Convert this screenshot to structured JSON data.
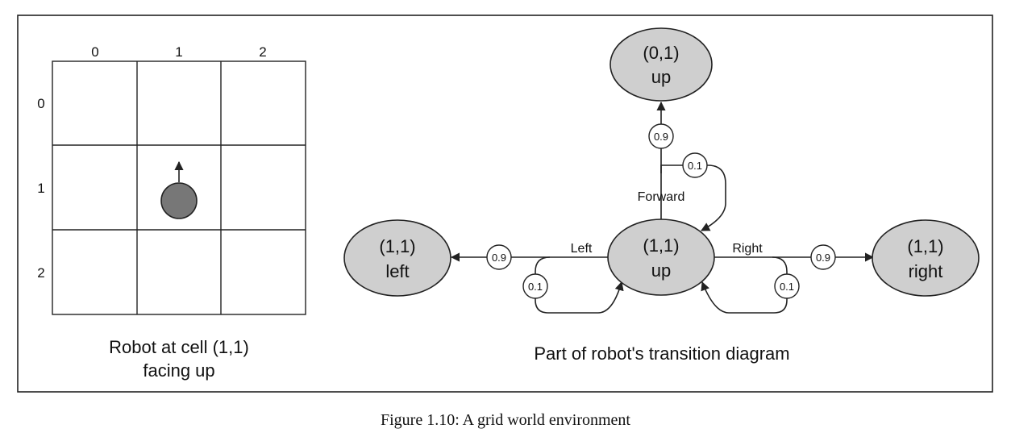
{
  "grid": {
    "col_labels": [
      "0",
      "1",
      "2"
    ],
    "row_labels": [
      "0",
      "1",
      "2"
    ],
    "robot": {
      "row": 1,
      "col": 1,
      "facing": "up"
    },
    "caption_line1": "Robot at cell (1,1)",
    "caption_line2": "facing up"
  },
  "diagram": {
    "nodes": {
      "top": {
        "line1": "(0,1)",
        "line2": "up"
      },
      "center": {
        "line1": "(1,1)",
        "line2": "up"
      },
      "left": {
        "line1": "(1,1)",
        "line2": "left"
      },
      "right": {
        "line1": "(1,1)",
        "line2": "right"
      }
    },
    "actions": {
      "forward": "Forward",
      "left": "Left",
      "right": "Right"
    },
    "probabilities": {
      "forward_success": "0.9",
      "forward_stay": "0.1",
      "left_success": "0.9",
      "left_stay": "0.1",
      "right_success": "0.9",
      "right_stay": "0.1"
    },
    "caption": "Part of robot's transition diagram"
  },
  "figure_caption": "Figure 1.10: A grid world environment",
  "colors": {
    "node_fill": "#cfcfcf",
    "robot_fill": "#777777",
    "stroke": "#222222"
  }
}
